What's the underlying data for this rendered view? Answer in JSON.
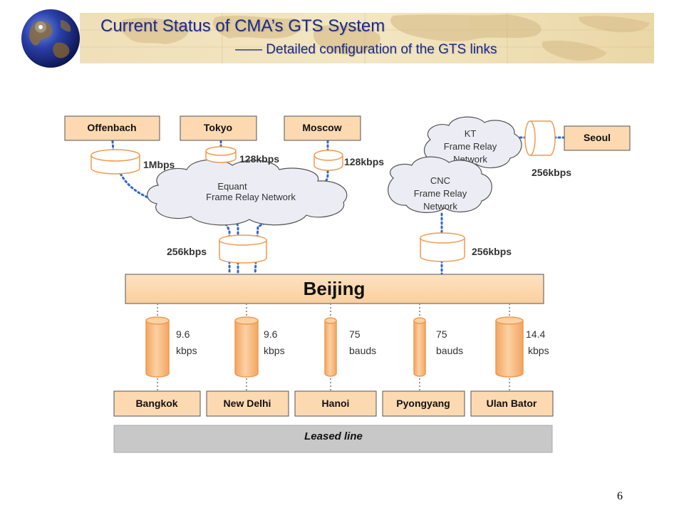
{
  "header": {
    "title": "Current Status of CMA’s GTS System",
    "subtitle": "——  Detailed configuration of the GTS links"
  },
  "diagram": {
    "hub": "Beijing",
    "top_nodes": [
      "Offenbach",
      "Tokyo",
      "Moscow",
      "Seoul"
    ],
    "bottom_nodes": [
      "Bangkok",
      "New Delhi",
      "Hanoi",
      "Pyongyang",
      "Ulan Bator"
    ],
    "clouds": {
      "equant": [
        "Equant",
        "Frame Relay Network"
      ],
      "kt": [
        "KT",
        "Frame Relay",
        "Network"
      ],
      "cnc": [
        "CNC",
        "Frame Relay",
        "Network"
      ]
    },
    "top_rates": {
      "offenbach": "1Mbps",
      "tokyo": "128kbps",
      "moscow": "128kbps",
      "seoul": "256kbps",
      "equant_beijing": "256kbps",
      "cnc_beijing": "256kbps"
    },
    "bottom_rates": [
      [
        "9.6",
        "kbps"
      ],
      [
        "9.6",
        "kbps"
      ],
      [
        "75",
        "bauds"
      ],
      [
        "75",
        "bauds"
      ],
      [
        "14.4",
        "kbps"
      ]
    ],
    "legend": "Leased line"
  },
  "page_number": "6",
  "colors": {
    "node_fill": "#fcd9b1",
    "cylinder_fill": "#fbc690",
    "cylinder_stroke": "#f09a4c",
    "dotted_link": "#3366cc",
    "leased_line": "#999999",
    "legend_fill": "#c8c8c8",
    "title_color": "#1a2c8c"
  }
}
